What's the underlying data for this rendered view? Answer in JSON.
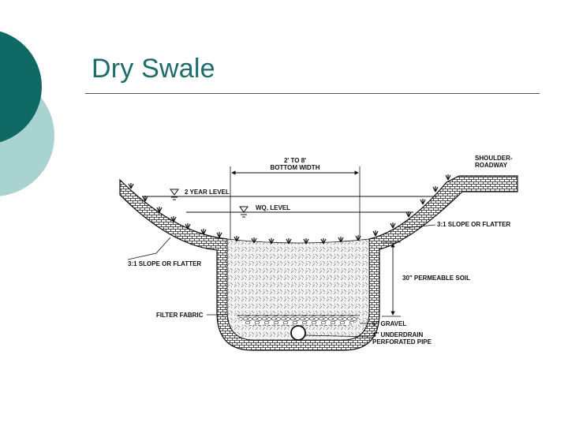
{
  "slide": {
    "title": "Dry Swale"
  },
  "colors": {
    "title_teal": "#1e6b6b",
    "circle_dark": "#0f6a66",
    "circle_light": "#a9d3d0"
  },
  "diagram": {
    "labels": {
      "bottom_width_line1": "2' TO 8'",
      "bottom_width_line2": "BOTTOM WIDTH",
      "two_year_level": "2 YEAR LEVEL",
      "wq_level": "WQ, LEVEL",
      "shoulder_line1": "SHOULDER-",
      "shoulder_line2": "ROADWAY",
      "slope_right": "3:1 SLOPE OR FLATTER",
      "slope_left": "3:1 SLOPE OR FLATTER",
      "permeable_soil": "30\" PERMEABLE SOIL",
      "filter_fabric": "FILTER FABRIC",
      "gravel": "6\" GRAVEL",
      "underdrain_line1": "4\" UNDERDRAIN",
      "underdrain_line2": "PERFORATED PIPE"
    }
  }
}
